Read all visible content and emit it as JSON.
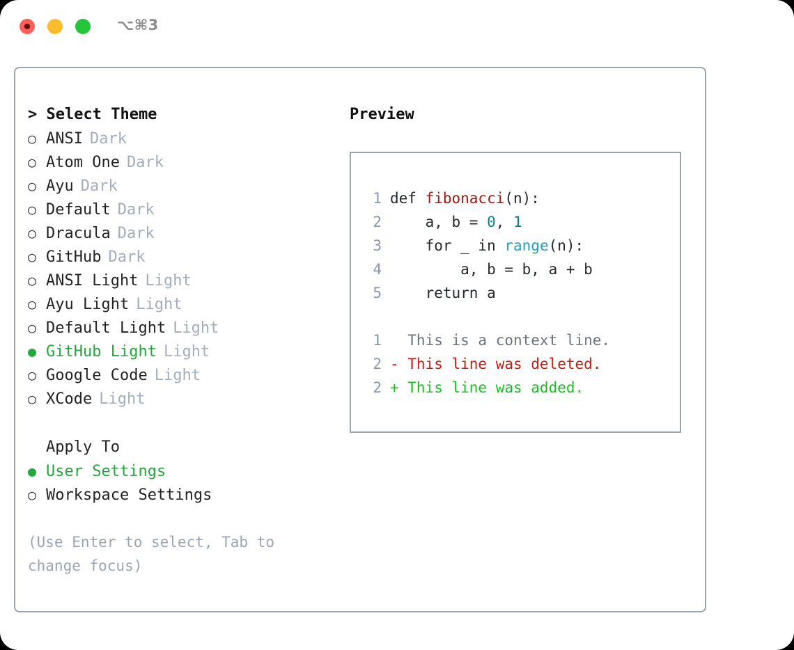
{
  "window": {
    "title_shortcut": "⌥⌘3",
    "traffic_lights": [
      {
        "name": "close",
        "color": "#fc5f58"
      },
      {
        "name": "minimize",
        "color": "#fdbc2d"
      },
      {
        "name": "maximize",
        "color": "#25c63c"
      }
    ]
  },
  "theme_picker": {
    "heading": "> Select Theme",
    "selected_marker": "●",
    "unselected_marker": "○",
    "items": [
      {
        "label": "ANSI",
        "tag": "Dark",
        "selected": false
      },
      {
        "label": "Atom One",
        "tag": "Dark",
        "selected": false
      },
      {
        "label": "Ayu",
        "tag": "Dark",
        "selected": false
      },
      {
        "label": "Default",
        "tag": "Dark",
        "selected": false
      },
      {
        "label": "Dracula",
        "tag": "Dark",
        "selected": false
      },
      {
        "label": "GitHub",
        "tag": "Dark",
        "selected": false
      },
      {
        "label": "ANSI Light",
        "tag": "Light",
        "selected": false
      },
      {
        "label": "Ayu Light",
        "tag": "Light",
        "selected": false
      },
      {
        "label": "Default Light",
        "tag": "Light",
        "selected": false
      },
      {
        "label": "GitHub Light",
        "tag": "Light",
        "selected": true
      },
      {
        "label": "Google Code",
        "tag": "Light",
        "selected": false
      },
      {
        "label": "XCode",
        "tag": "Light",
        "selected": false
      }
    ]
  },
  "apply_to": {
    "heading": "Apply To",
    "items": [
      {
        "label": "User Settings",
        "selected": true
      },
      {
        "label": "Workspace Settings",
        "selected": false
      }
    ]
  },
  "hint": "(Use Enter to select, Tab to change focus)",
  "preview": {
    "heading": "Preview",
    "code_lines": [
      {
        "number": "1",
        "tokens": [
          {
            "text": "def ",
            "type": "def"
          },
          {
            "text": "fibonacci",
            "type": "fn"
          },
          {
            "text": "(n):",
            "type": "plain"
          }
        ]
      },
      {
        "number": "2",
        "tokens": [
          {
            "text": "    a, b = ",
            "type": "plain"
          },
          {
            "text": "0",
            "type": "num"
          },
          {
            "text": ", ",
            "type": "plain"
          },
          {
            "text": "1",
            "type": "num"
          }
        ]
      },
      {
        "number": "3",
        "tokens": [
          {
            "text": "    for _ in ",
            "type": "plain"
          },
          {
            "text": "range",
            "type": "builtin"
          },
          {
            "text": "(n):",
            "type": "plain"
          }
        ]
      },
      {
        "number": "4",
        "tokens": [
          {
            "text": "        a, b = b, a + b",
            "type": "plain"
          }
        ]
      },
      {
        "number": "5",
        "tokens": [
          {
            "text": "    return a",
            "type": "plain"
          }
        ]
      }
    ],
    "diff_lines": [
      {
        "number": "1",
        "text": "  This is a context line.",
        "kind": "context"
      },
      {
        "number": "2",
        "text": "- This line was deleted.",
        "kind": "deleted"
      },
      {
        "number": "2",
        "text": "+ This line was added.",
        "kind": "added"
      }
    ]
  },
  "colors": {
    "accent_green": "#22a83c",
    "border": "#9aa5b1",
    "muted": "#a3aebc",
    "line_number": "#8a97a8",
    "fn_red": "#a5160f",
    "number_teal": "#0b8080",
    "builtin_blue": "#1a9fc4",
    "diff_deleted": "#c91c10",
    "diff_added": "#17c020",
    "diff_context": "#6a737d"
  }
}
